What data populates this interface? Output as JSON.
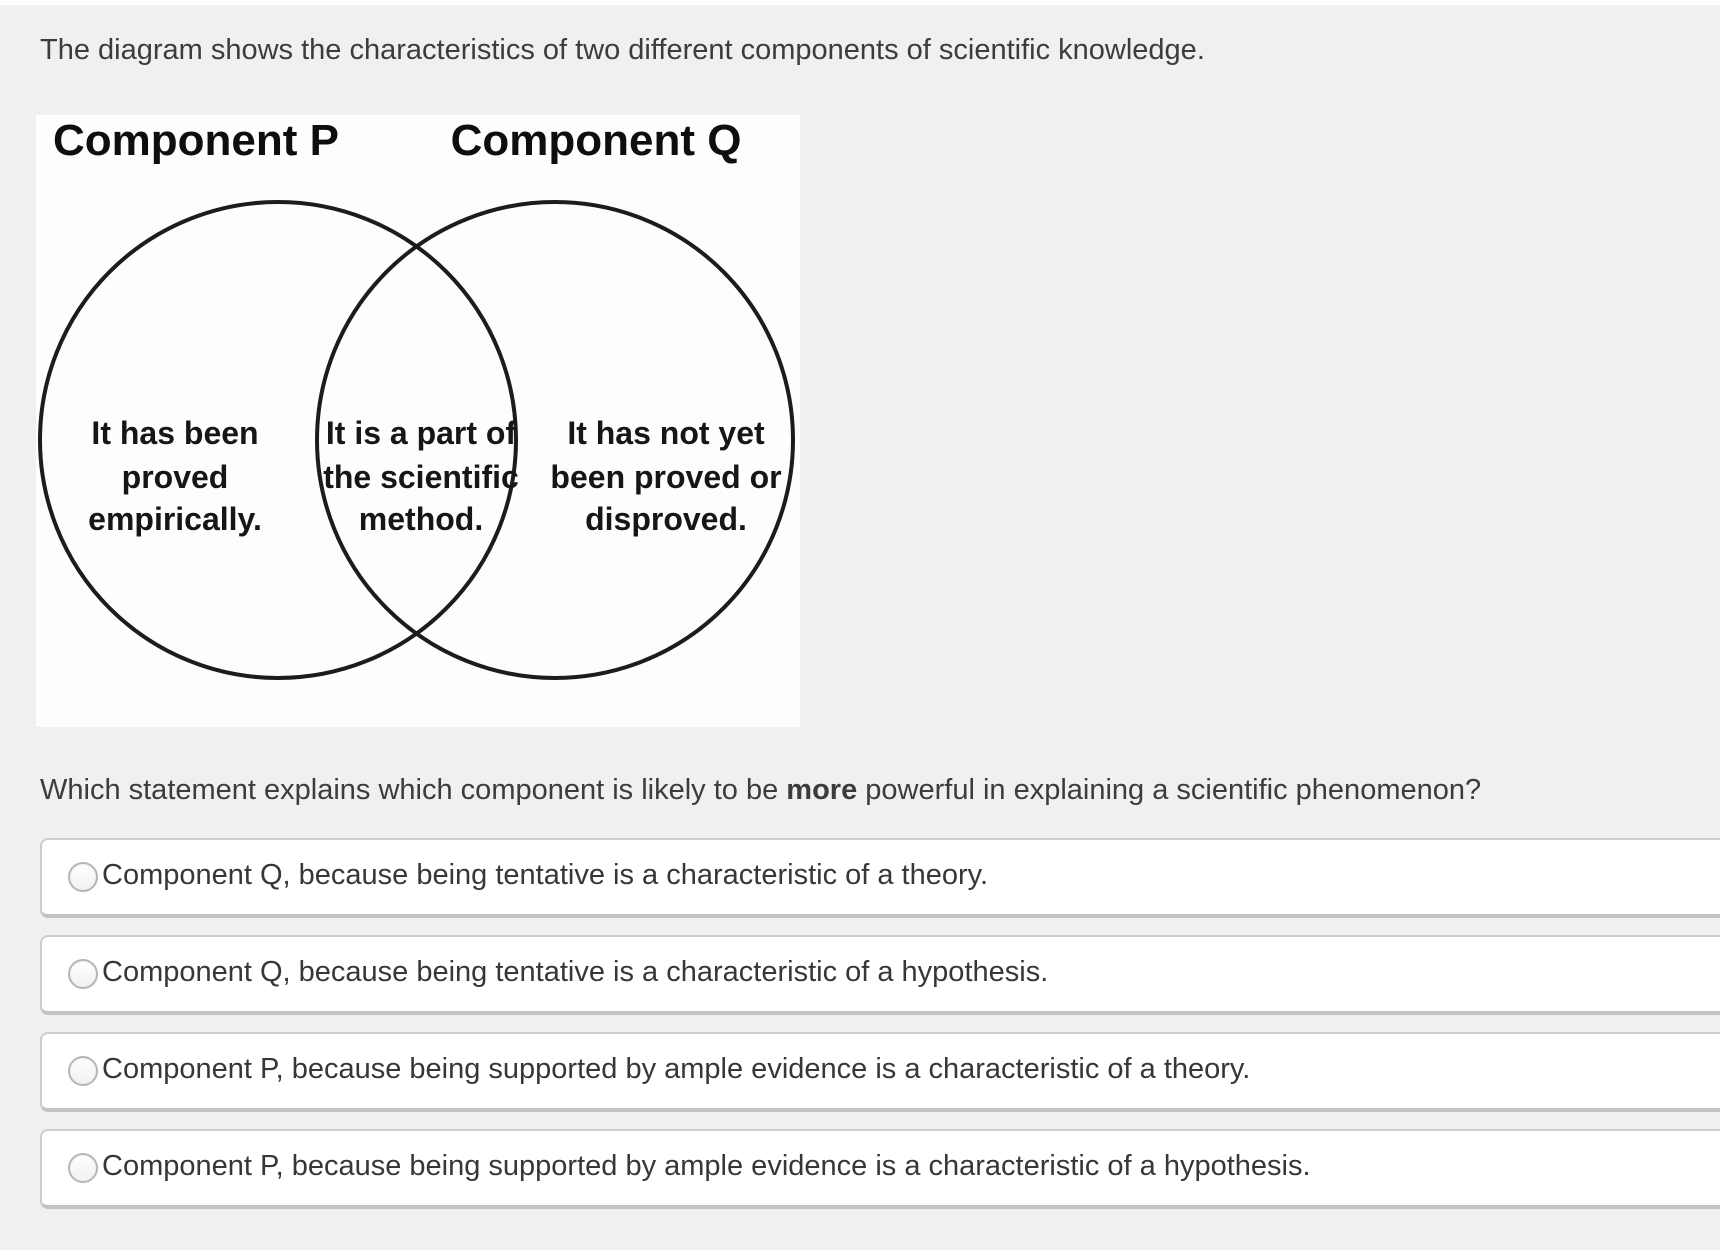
{
  "page": {
    "intro": "The diagram shows the characteristics of two different components of scientific knowledge.",
    "question": {
      "prefix": "Which statement explains which component is likely to be ",
      "emphasis": "more",
      "suffix": " powerful in explaining a scientific phenomenon?"
    }
  },
  "diagram": {
    "type": "venn",
    "left_heading": "Component P",
    "right_heading": "Component Q",
    "left_only": {
      "line1": "It has been",
      "line2": "proved",
      "line3": "empirically."
    },
    "intersection": {
      "line1": "It is a part of",
      "line2": "the scientific",
      "line3": "method."
    },
    "right_only": {
      "line1": "It has not yet",
      "line2": "been proved or",
      "line3": "disproved."
    }
  },
  "options": [
    {
      "label": "Component Q, because being tentative is a characteristic of a theory.",
      "selected": false
    },
    {
      "label": "Component Q, because being tentative is a characteristic of a hypothesis.",
      "selected": false
    },
    {
      "label": "Component P, because being supported by ample evidence is a characteristic of a theory.",
      "selected": false
    },
    {
      "label": "Component P, because being supported by ample evidence is a characteristic of a hypothesis.",
      "selected": false
    }
  ],
  "colors": {
    "page_background": "#f0f0f1",
    "card_background": "#ffffff",
    "card_border": "#cdcdcd",
    "diagram_background": "#fdfdfd",
    "diagram_ink": "#1c1c1c",
    "body_text": "#3c3c3c"
  }
}
